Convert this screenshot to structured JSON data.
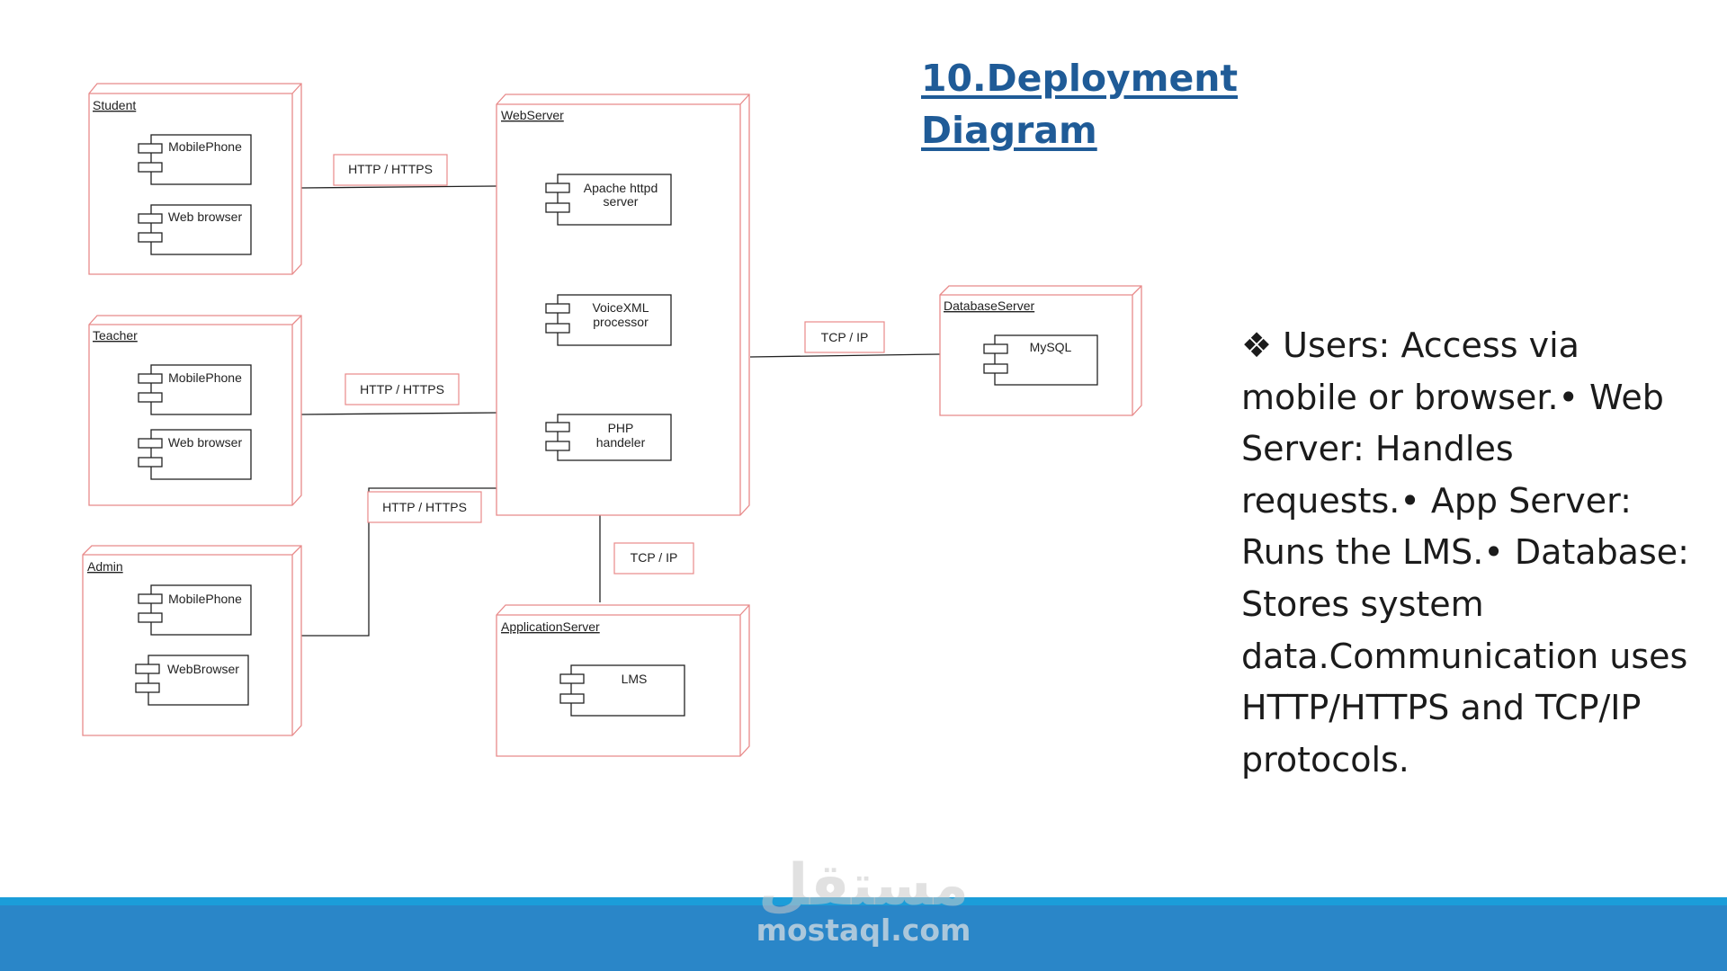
{
  "slide": {
    "title_lines": [
      "10.Deployment",
      "Diagram"
    ],
    "description": "❖ Users: Access via mobile or browser.• Web Server: Handles requests.• App Server: Runs the LMS.• Database: Stores system data.Communication uses HTTP/HTTPS and TCP/IP protocols."
  },
  "diagram": {
    "nodes": {
      "student": "Student",
      "teacher": "Teacher",
      "admin": "Admin",
      "web_server": "WebServer",
      "database_server": "DatabaseServer",
      "application_server": "ApplicationServer"
    },
    "components": {
      "student_phone": "MobilePhone",
      "student_browser": "Web browser",
      "teacher_phone": "MobilePhone",
      "teacher_browser": "Web browser",
      "admin_phone": "MobilePhone",
      "admin_browser": "WebBrowser",
      "apache": [
        "Apache httpd",
        "server"
      ],
      "voicexml": [
        "VoiceXML",
        "processor"
      ],
      "php": [
        "PHP",
        "handeler"
      ],
      "mysql": "MySQL",
      "lms": "LMS"
    },
    "connections": {
      "student_web": "HTTP / HTTPS",
      "teacher_web": "HTTP / HTTPS",
      "admin_web": "HTTP / HTTPS",
      "web_db": "TCP / IP",
      "web_app": "TCP / IP"
    }
  },
  "colors": {
    "title": "#1f5b97",
    "node_border": "#e88a8a",
    "footer": "#2a86c8",
    "footer_line": "#1b9dd9"
  },
  "watermark": {
    "logo": "مستقل",
    "domain": "mostaql.com"
  }
}
